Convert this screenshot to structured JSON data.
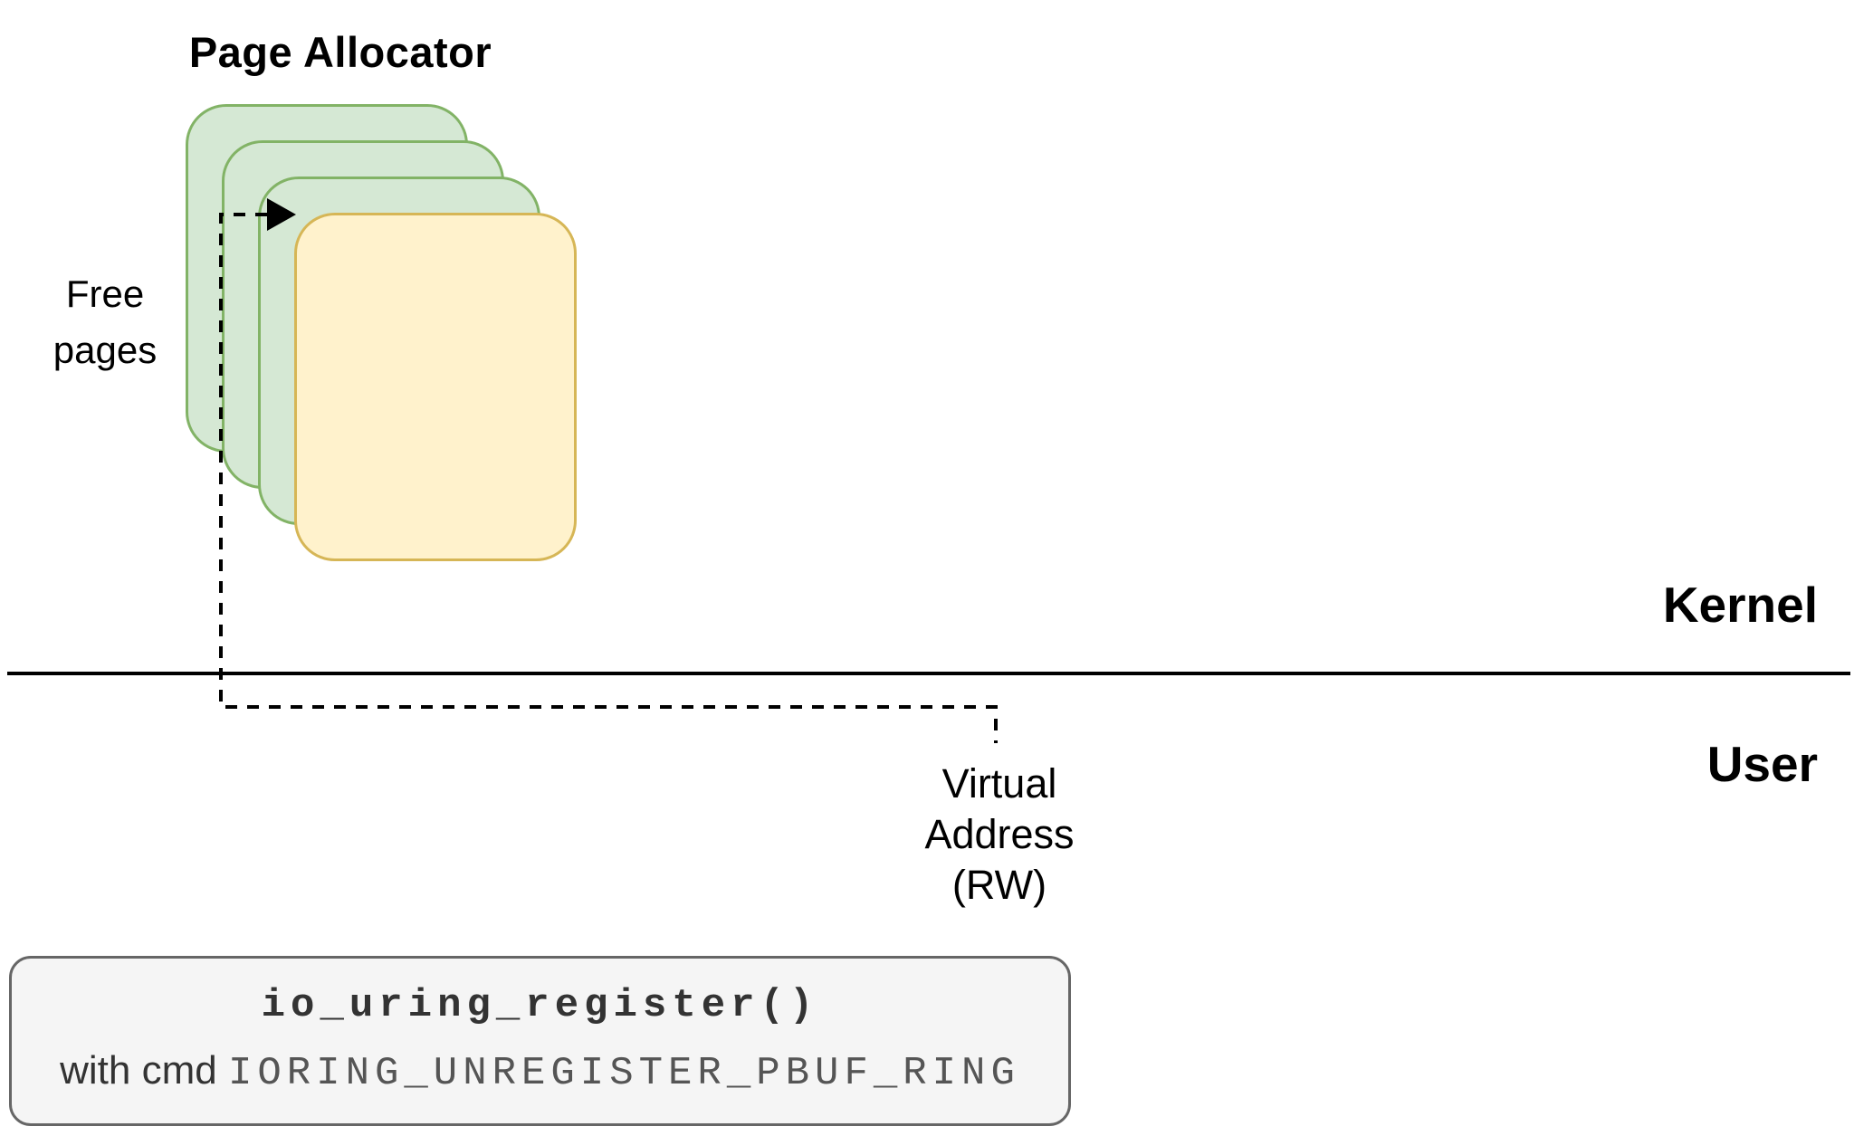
{
  "title": "Page Allocator",
  "free_pages": {
    "line1": "Free",
    "line2": "pages"
  },
  "kernel_label": "Kernel",
  "user_label": "User",
  "virtual_address": {
    "line1": "Virtual",
    "line2": "Address",
    "line3": "(RW)"
  },
  "syscall_box": {
    "function": "io_uring_register()",
    "cmd_prefix": "with cmd",
    "cmd_value": "IORING_UNREGISTER_PBUF_RING"
  },
  "pages": {
    "free_count": 3,
    "allocated_count": 1
  },
  "colors": {
    "page_fill": "#d5e8d4",
    "page_border": "#82b366",
    "allocated_fill": "#fff2cc",
    "allocated_border": "#d6b656",
    "box_fill": "#f5f5f5",
    "box_border": "#666666",
    "line": "#000000"
  }
}
